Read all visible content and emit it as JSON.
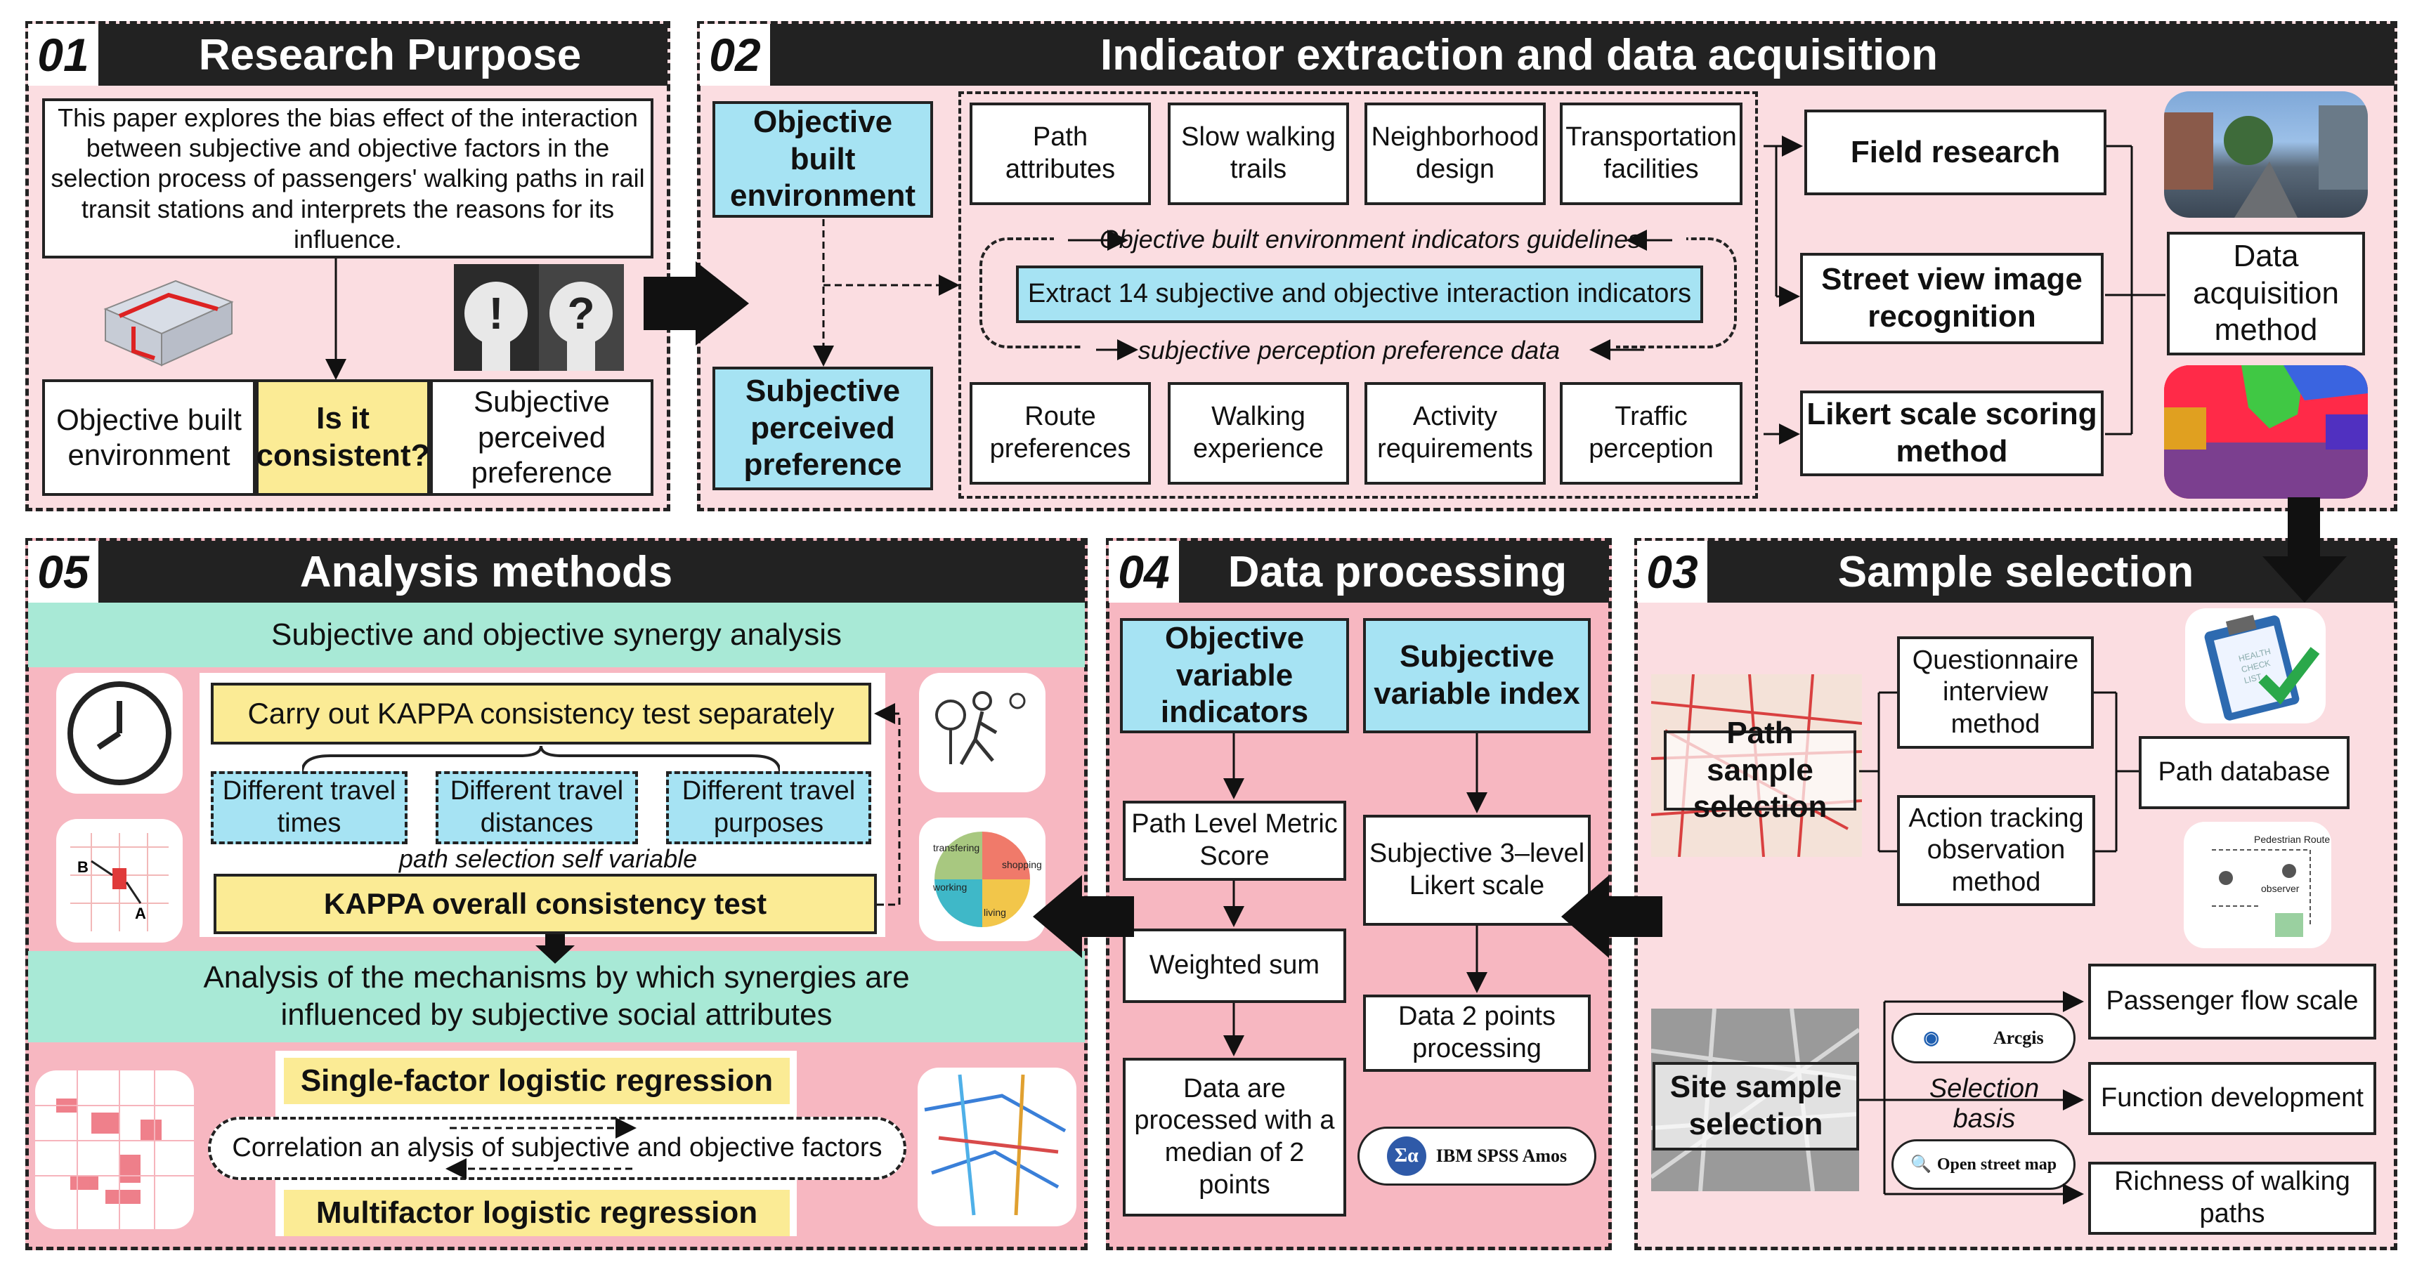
{
  "p01": {
    "num": "01",
    "title": "Research Purpose",
    "intro": "This paper explores the bias effect of the interaction between subjective and objective factors in the selection process of passengers' walking paths in rail transit stations and interprets the reasons for its influence.",
    "obj": "Objective built environment",
    "consistent": "Is it consistent?",
    "subj": "Subjective perceived preference"
  },
  "p02": {
    "num": "02",
    "title": "Indicator extraction and data acquisition",
    "obe": "Objective built environment",
    "spp": "Subjective perceived preference",
    "top": [
      "Path attributes",
      "Slow walking trails",
      "Neighborhood design",
      "Transportation facilities"
    ],
    "bottom": [
      "Route preferences",
      "Walking experience",
      "Activity requirements",
      "Traffic perception"
    ],
    "guide1": "Objective built environment indicators guidelines",
    "extract": "Extract 14 subjective and objective interaction indicators",
    "guide2": "subjective perception preference data",
    "field": "Field research",
    "street": "Street view image recognition",
    "likert": "Likert scale scoring method",
    "daq": "Data acquisition method"
  },
  "p03": {
    "num": "03",
    "title": "Sample selection",
    "path": "Path sample selection",
    "q": "Questionnaire interview method",
    "a": "Action tracking observation method",
    "db": "Path database",
    "site": "Site sample selection",
    "arcgis": "Arcgis",
    "osm": "Open street map",
    "basis": "Selection basis",
    "pf": "Passenger flow scale",
    "fd": "Function development",
    "rw": "Richness of walking paths",
    "clip1": "HEALTH",
    "clip2": "CHECK",
    "clip3": "LIST",
    "route": "Pedestrian Route",
    "observer": "observer"
  },
  "p04": {
    "num": "04",
    "title": "Data processing",
    "ovi": "Objective variable indicators",
    "svi": "Subjective variable index",
    "plm": "Path Level Metric Score",
    "ws": "Weighted  sum",
    "median": "Data are processed with a median of 2 points",
    "likert3": "Subjective 3–level Likert scale",
    "d2": "Data 2 points processing",
    "spss": "IBM SPSS Amos"
  },
  "p05": {
    "num": "05",
    "title": "Analysis methods",
    "syn": "Subjective and objective synergy analysis",
    "kappa1": "Carry out KAPPA consistency test separately",
    "dt": [
      "Different travel times",
      "Different travel distances",
      "Different travel purposes"
    ],
    "psv": "path selection self variable",
    "kappa2": "KAPPA overall consistency test",
    "mech": "Analysis of the mechanisms by which synergies are influenced by subjective social attributes",
    "single": "Single-factor logistic regression",
    "corr": "Correlation an alysis of subjective and objective factors",
    "multi": "Multifactor logistic regression",
    "pie": [
      "transfering",
      "shopping",
      "working",
      "living"
    ],
    "mapB": "B",
    "mapA": "A"
  },
  "colors": {
    "pink": "#fbdde1",
    "pinkDark": "#f7b7c1",
    "blue": "#a6e3f3",
    "yellow": "#fbeb95",
    "mint": "#a8e9d6",
    "header": "#222222"
  }
}
